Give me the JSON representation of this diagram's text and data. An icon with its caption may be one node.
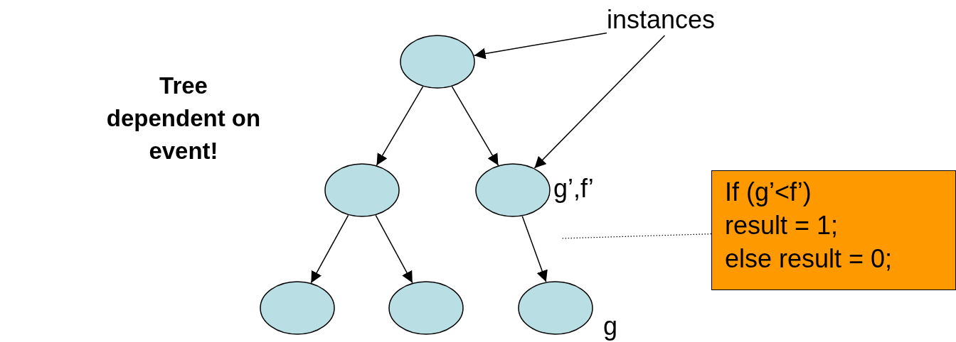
{
  "diagram": {
    "nodes": [
      {
        "text": [
          "instances"
        ]
      },
      {
        "text": [],
        "shape": "ellipse"
      },
      {
        "text": [],
        "shape": "ellipse"
      },
      {
        "text": [],
        "shape": "ellipse",
        "beside": [
          "g’,f’"
        ]
      },
      {
        "text": [],
        "shape": "ellipse"
      },
      {
        "text": [],
        "shape": "ellipse"
      },
      {
        "text": [],
        "shape": "ellipse",
        "beside": [
          "g"
        ]
      },
      {
        "text": [
          "If (g’<f’)",
          "result = 1;",
          "else result = 0;"
        ]
      }
    ],
    "edges": [
      {
        "from": 0,
        "to": 1,
        "arrow": "to"
      },
      {
        "from": 0,
        "to": 3,
        "arrow": "to"
      },
      {
        "from": 1,
        "to": 2,
        "arrow": "to"
      },
      {
        "from": 1,
        "to": 3,
        "arrow": "to"
      },
      {
        "from": 2,
        "to": 4,
        "arrow": "to"
      },
      {
        "from": 2,
        "to": 5,
        "arrow": "to"
      },
      {
        "from": 3,
        "to": 6,
        "arrow": "to"
      },
      {
        "from": 7,
        "to": null,
        "arrow": "none",
        "style": "dashed"
      }
    ],
    "labels": [
      "Tree dependent on event!"
    ]
  }
}
